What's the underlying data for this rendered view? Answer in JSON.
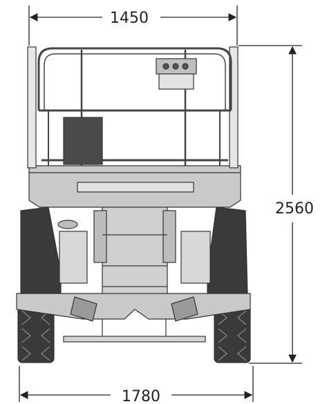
{
  "dimensions": {
    "platform_width": "1450",
    "overall_height": "2560",
    "overall_width": "1780"
  },
  "colors": {
    "line": "#222222",
    "body_fill": "#c9c9c9",
    "body_dark": "#9a9a9a",
    "tire_fill": "#3a3a3a",
    "panel_fill": "#4a4a4a",
    "rail_fill": "#e6e6e6"
  }
}
